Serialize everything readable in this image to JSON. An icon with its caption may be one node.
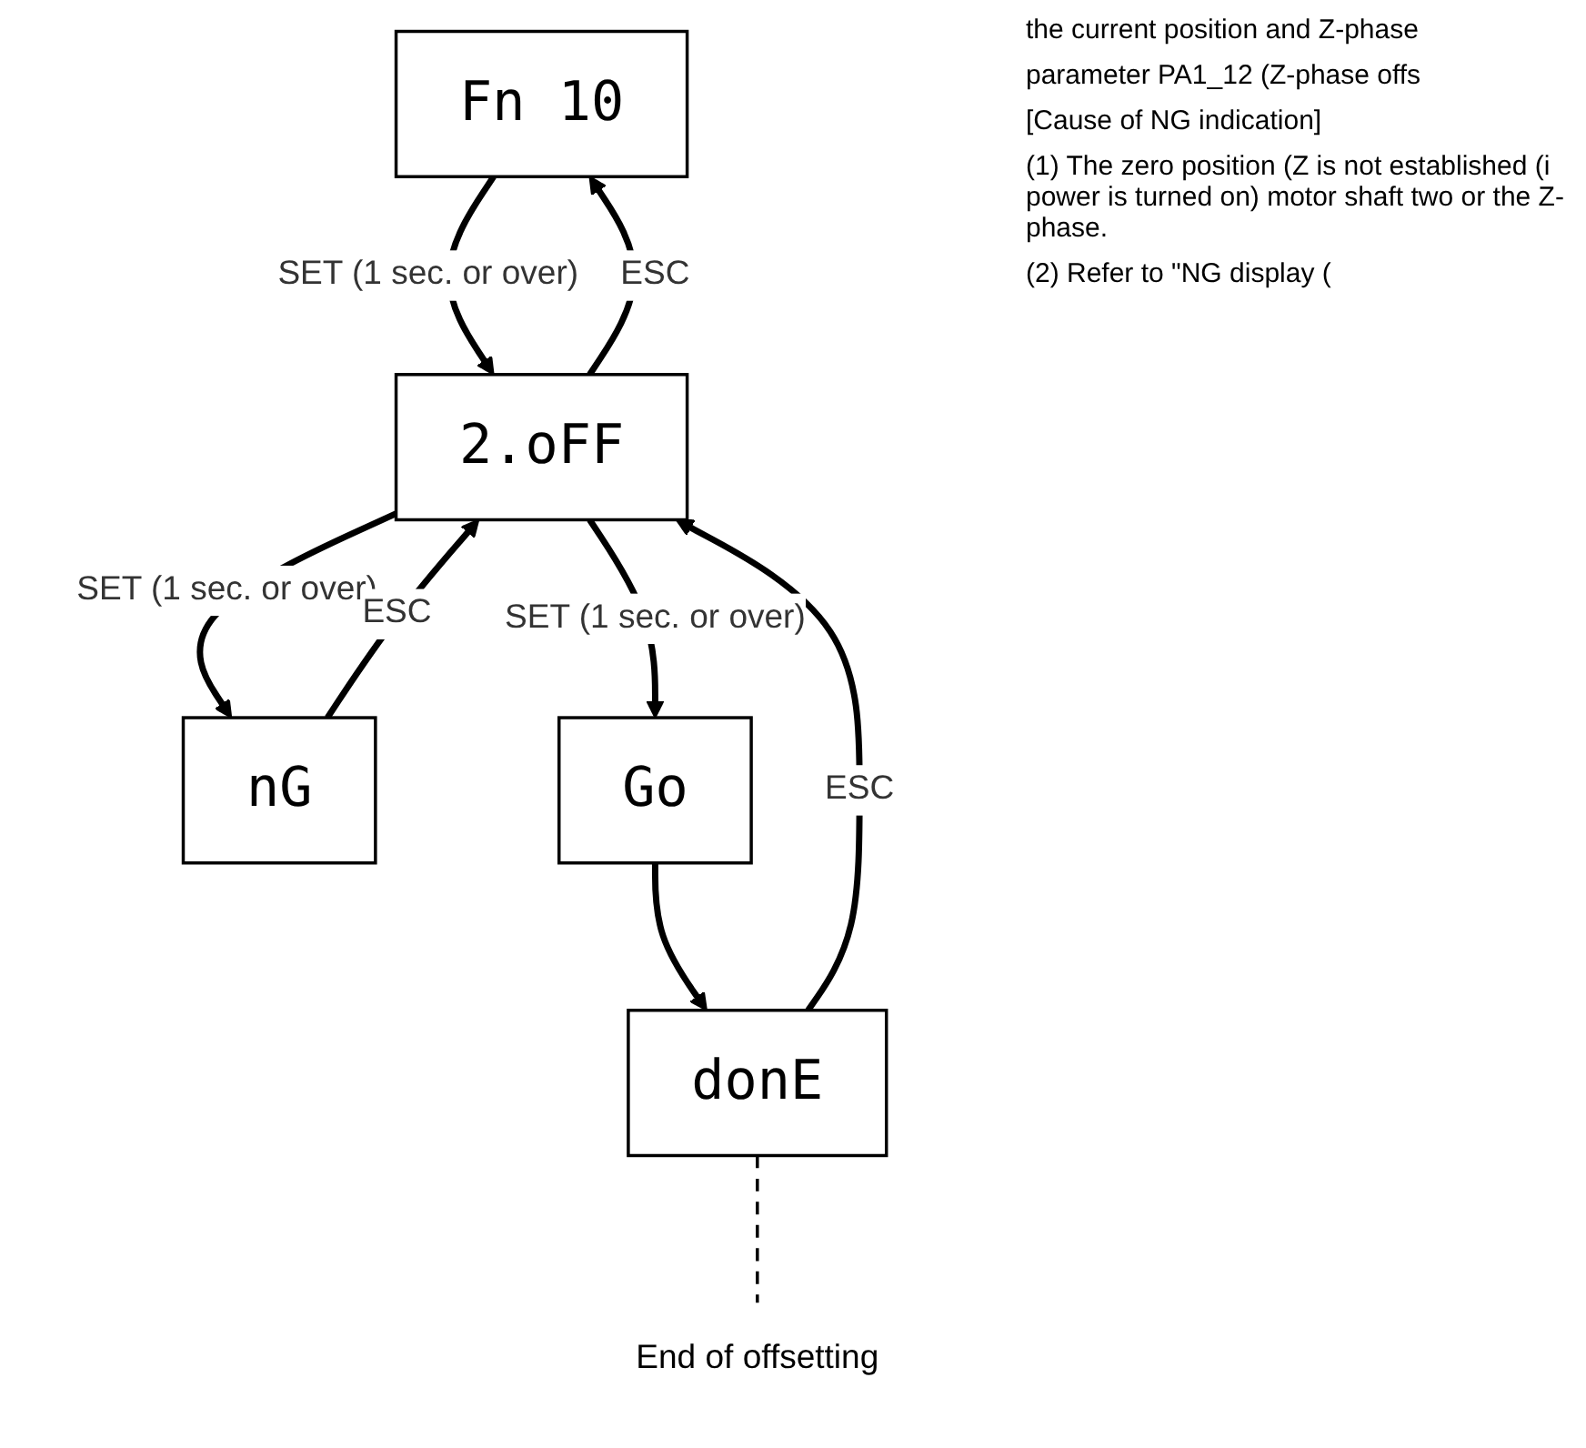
{
  "diagram": {
    "nodes": [
      {
        "text": [
          "Fn 10"
        ]
      },
      {
        "text": [
          "2.oFF"
        ]
      },
      {
        "text": [
          "nG"
        ]
      },
      {
        "text": [
          "Go"
        ]
      },
      {
        "text": [
          "donE"
        ]
      },
      {
        "text": [
          "End of offsetting"
        ]
      }
    ],
    "edges": [
      {
        "from": 1,
        "to": 0,
        "arrow": "to",
        "label": "ESC"
      },
      {
        "from": 0,
        "to": 1,
        "arrow": "to",
        "label": "SET (1 sec. or over)"
      },
      {
        "from": 1,
        "to": 2,
        "arrow": "to",
        "label": "SET (1 sec. or over)"
      },
      {
        "from": 2,
        "to": 1,
        "arrow": "to",
        "label": "ESC"
      },
      {
        "from": 1,
        "to": 3,
        "arrow": "to",
        "label": "SET (1 sec. or over)"
      },
      {
        "from": 3,
        "to": 4,
        "arrow": "to"
      },
      {
        "from": 4,
        "to": 1,
        "arrow": "to",
        "label": "ESC"
      },
      {
        "from": 4,
        "to": 5,
        "arrow": "none",
        "style": "dashed"
      }
    ],
    "labels": [
      "the current position and Z-phase",
      "parameter PA1_12 (Z-phase offs",
      "[Cause of NG indication]",
      "(1) The zero position (Z is not established (i power is turned on) motor shaft two or the Z-phase.",
      "(2) Refer to \"NG display ("
    ]
  }
}
